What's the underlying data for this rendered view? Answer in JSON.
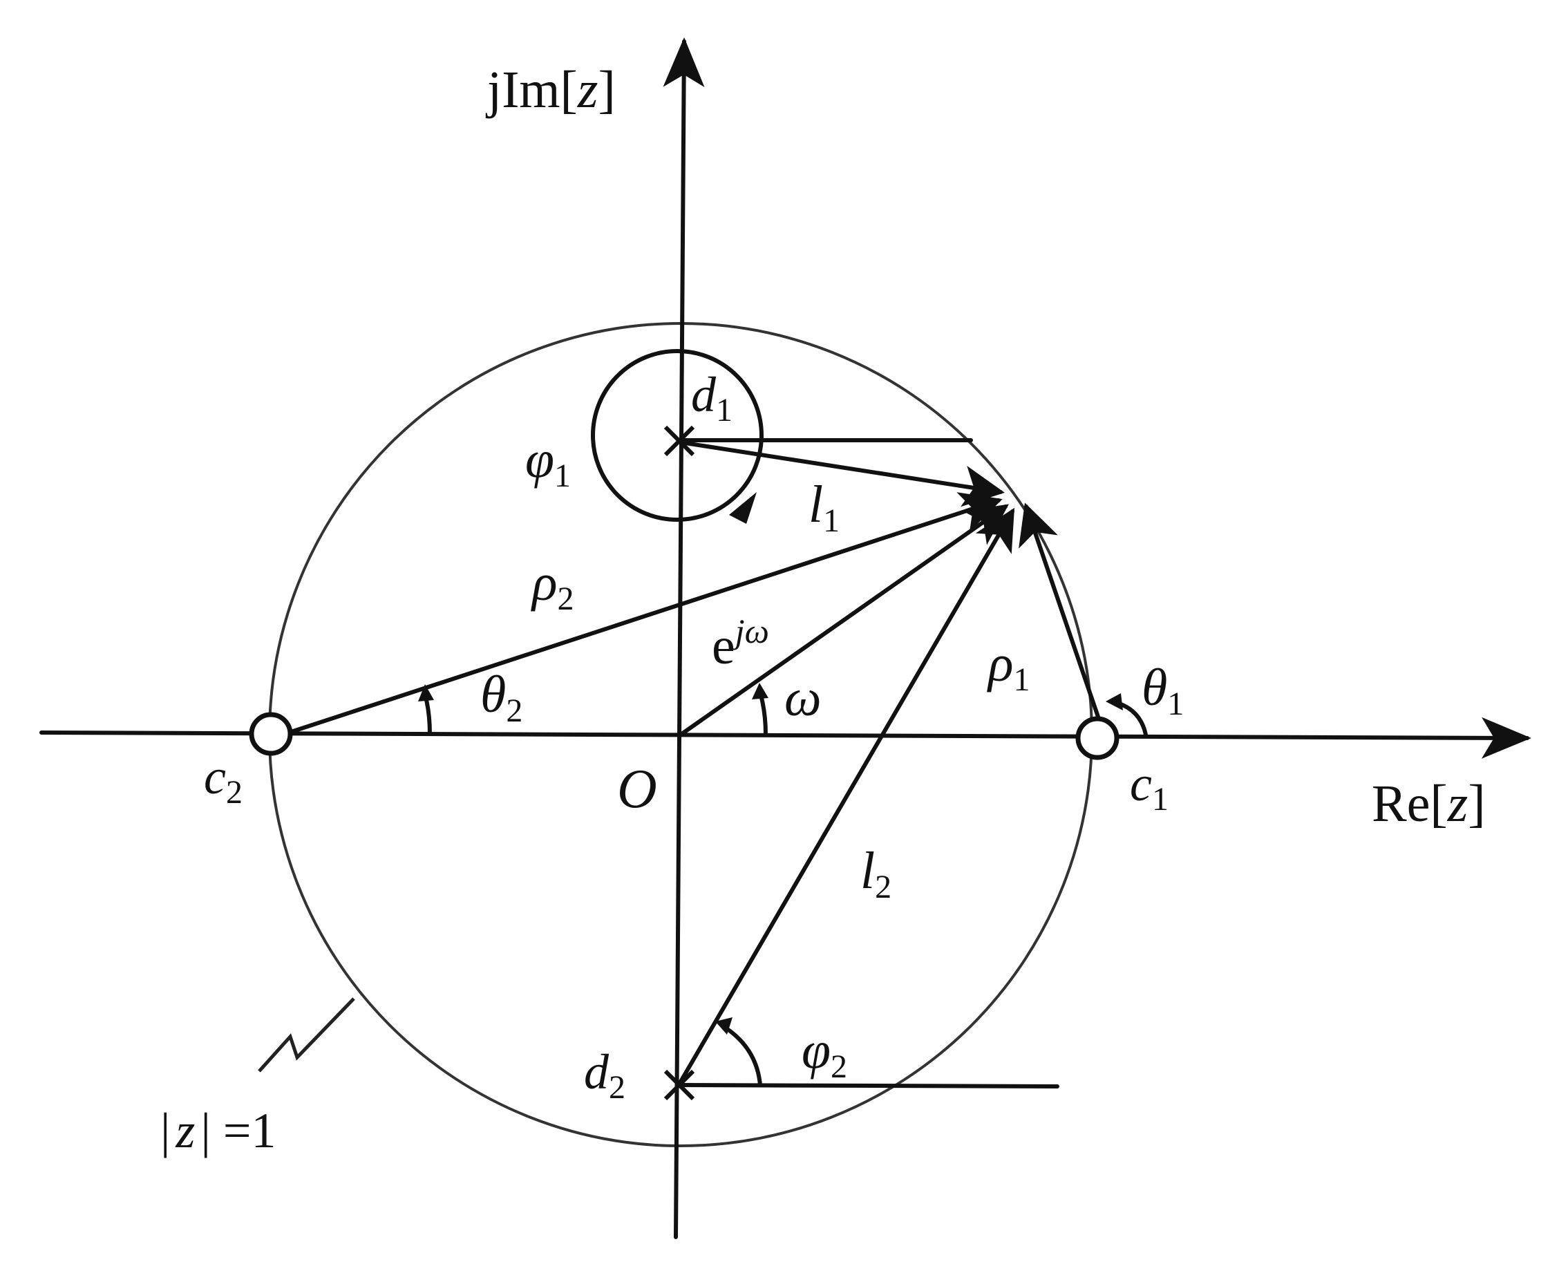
{
  "axes": {
    "imag_prefix": "jIm[",
    "imag_var": "z",
    "imag_suffix": "]",
    "real_prefix": "Re[",
    "real_var": "z",
    "real_suffix": "]",
    "origin": "O"
  },
  "points": {
    "d1": {
      "base": "d",
      "sub": "1"
    },
    "d2": {
      "base": "d",
      "sub": "2"
    },
    "c1": {
      "base": "c",
      "sub": "1"
    },
    "c2": {
      "base": "c",
      "sub": "2"
    }
  },
  "vectors": {
    "l1": {
      "base": "l",
      "sub": "1"
    },
    "l2": {
      "base": "l",
      "sub": "2"
    },
    "rho1": {
      "base": "ρ",
      "sub": "1"
    },
    "rho2": {
      "base": "ρ",
      "sub": "2"
    },
    "unit": {
      "base": "e",
      "sup": "jω"
    }
  },
  "angles": {
    "phi1": {
      "base": "φ",
      "sub": "1"
    },
    "phi2": {
      "base": "φ",
      "sub": "2"
    },
    "theta1": {
      "base": "θ",
      "sub": "1"
    },
    "theta2": {
      "base": "θ",
      "sub": "2"
    },
    "omega": "ω"
  },
  "circle_label": {
    "left": "|",
    "var": "z",
    "right": "| =1"
  }
}
